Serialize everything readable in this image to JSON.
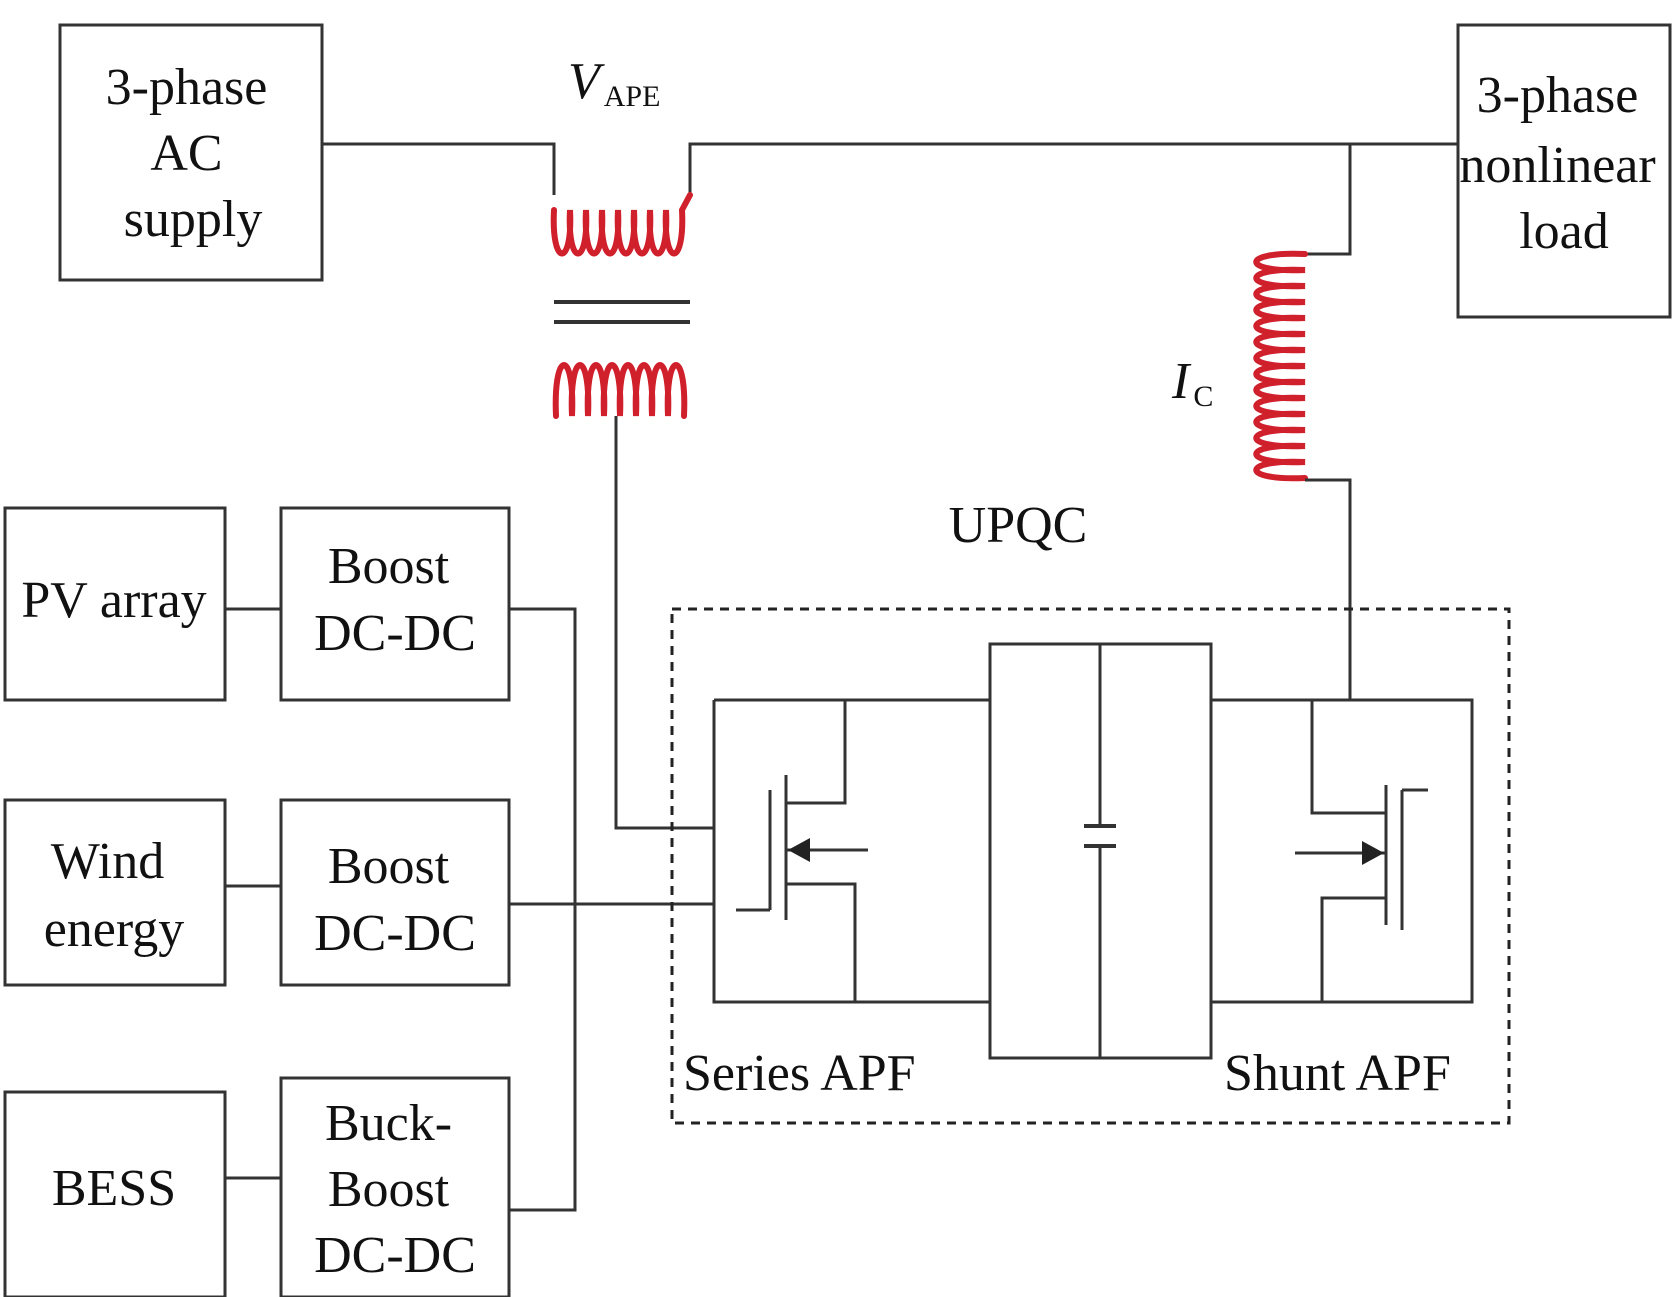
{
  "blocks": {
    "ac_supply": [
      "3-phase",
      "AC",
      "supply"
    ],
    "nonlinear_load": [
      "3-phase",
      "nonlinear",
      "load"
    ],
    "pv_array": [
      "PV array"
    ],
    "wind_energy": [
      "Wind",
      "energy"
    ],
    "bess": [
      "BESS"
    ],
    "boost_pv": [
      "Boost",
      "DC-DC"
    ],
    "boost_wind": [
      "Boost",
      "DC-DC"
    ],
    "buck_boost": [
      "Buck-",
      "Boost",
      "DC-DC"
    ]
  },
  "symbols": {
    "v_ape": {
      "main": "V",
      "sub": "APE"
    },
    "i_c": {
      "main": "I",
      "sub": "C"
    }
  },
  "labels": {
    "upqc": "UPQC",
    "series_apf": "Series APF",
    "shunt_apf": "Shunt APF"
  },
  "colors": {
    "coil": "#d0202c",
    "line": "#333333"
  }
}
